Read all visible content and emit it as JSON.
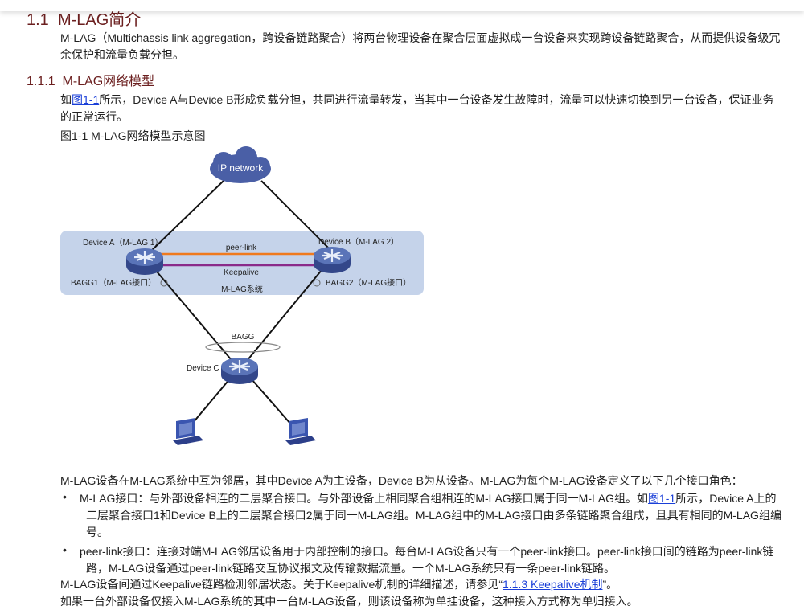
{
  "section": {
    "number": "1.1",
    "title": "M-LAG简介"
  },
  "intro": {
    "line1": "M-LAG（Multichassis link aggregation，跨设备链路聚合）将两台物理设备在聚合层面虚拟成一台设备来实现跨设备链路聚合，从而提供设备级冗",
    "line2": "余保护和流量负载分担。"
  },
  "subsection": {
    "number": "1.1.1",
    "title": "M-LAG网络模型"
  },
  "para1": {
    "pre": "如",
    "link": "图1-1",
    "post1": "所示，Device A与Device B形成负载分担，共同进行流量转发，当其中一台设备发生故障时，流量可以快速切换到另一台设备，保证业务",
    "line2": "的正常运行。"
  },
  "figure": {
    "caption": "图1-1 M-LAG网络模型示意图",
    "cloud": "IP network",
    "device_a": "Device A（M-LAG 1）",
    "device_b": "Device B（M-LAG 2）",
    "device_c": "Device C",
    "peer_link": "peer-link",
    "keepalive": "Keepalive",
    "bagg1": "BAGG1（M-LAG接口）",
    "bagg2": "BAGG2（M-LAG接口）",
    "system": "M-LAG系统",
    "bagg": "BAGG",
    "colors": {
      "box": "#c5d3ea",
      "device": "#4a5fa6",
      "peer_link": "#f07a1e",
      "keepalive": "#8a2a8a"
    }
  },
  "para2": "M-LAG设备在M-LAG系统中互为邻居，其中Device A为主设备，Device B为从设备。M-LAG为每个M-LAG设备定义了以下几个接口角色：",
  "bullets": [
    {
      "line1_pre": "M-LAG接口：与外部设备相连的二层聚合接口。与外部设备上相同聚合组相连的M-LAG接口属于同一M-LAG组。如",
      "link": "图1-1",
      "line1_post": "所示，Device A上的",
      "line2": "二层聚合接口1和Device B上的二层聚合接口2属于同一M-LAG组。M-LAG组中的M-LAG接口由多条链路聚合组成，且具有相同的M-LAG组编",
      "line3": "号。"
    },
    {
      "line1": "peer-link接口：连接对端M-LAG邻居设备用于内部控制的接口。每台M-LAG设备只有一个peer-link接口。peer-link接口间的链路为peer-link链",
      "line2": "路，M-LAG设备通过peer-link链路交互协议报文及传输数据流量。一个M-LAG系统只有一条peer-link链路。"
    }
  ],
  "para3": {
    "pre": "M-LAG设备间通过Keepalive链路检测邻居状态。关于Keepalive机制的详细描述，请参见“",
    "link": "1.1.3  Keepalive机制",
    "post": "”。"
  },
  "para4": "如果一台外部设备仅接入M-LAG系统的其中一台M-LAG设备，则该设备称为单挂设备，这种接入方式称为单归接入。"
}
